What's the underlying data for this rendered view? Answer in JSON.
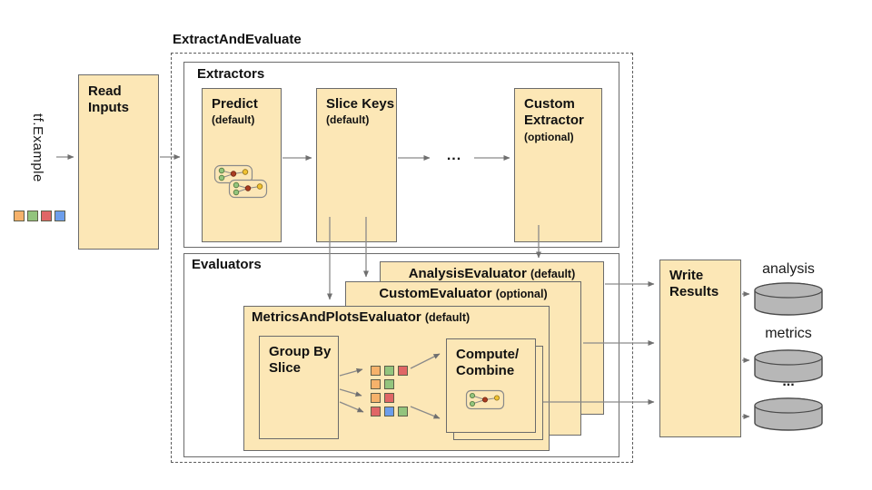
{
  "palette": {
    "box_fill": "#FCE7B6",
    "box_border": "#6b6b6b",
    "arrow": "#8a8a8a",
    "cylinder_fill": "#B7B7B7",
    "cylinder_stroke": "#4a4a4a",
    "square_colors": {
      "orange": "#F6B26B",
      "green": "#93C47D",
      "red": "#E06666",
      "blue": "#6D9EEB"
    },
    "node_colors": {
      "green": "#93C47D",
      "red": "#A93C20",
      "yellow": "#F1C232"
    }
  },
  "input": {
    "label": "tf.Example",
    "squares": [
      "orange",
      "green",
      "red",
      "blue"
    ]
  },
  "read_inputs": {
    "title": "Read Inputs"
  },
  "pipeline": {
    "title": "ExtractAndEvaluate"
  },
  "extractors": {
    "title": "Extractors",
    "predict": {
      "name": "Predict",
      "qualifier": "(default)"
    },
    "slice_keys": {
      "name": "Slice Keys",
      "qualifier": "(default)"
    },
    "ellipsis": "...",
    "custom": {
      "name": "Custom Extractor",
      "qualifier": "(optional)"
    }
  },
  "evaluators": {
    "title": "Evaluators",
    "analysis": {
      "name": "AnalysisEvaluator",
      "qualifier": "(default)"
    },
    "custom": {
      "name": "CustomEvaluator",
      "qualifier": "(optional)"
    },
    "metrics_and_plots": {
      "name": "MetricsAndPlotsEvaluator",
      "qualifier": "(default)",
      "group_by_slice": "Group By Slice",
      "compute_combine_line1": "Compute/",
      "compute_combine_line2": "Combine",
      "slice_grid": [
        [
          "orange",
          "green",
          "red"
        ],
        [
          "orange",
          "green"
        ],
        [
          "orange",
          "red"
        ],
        [
          "red",
          "blue",
          "green"
        ]
      ]
    }
  },
  "write_results": {
    "title": "Write Results"
  },
  "outputs": [
    {
      "label": "analysis"
    },
    {
      "label": "metrics"
    },
    {
      "label": "..."
    }
  ]
}
